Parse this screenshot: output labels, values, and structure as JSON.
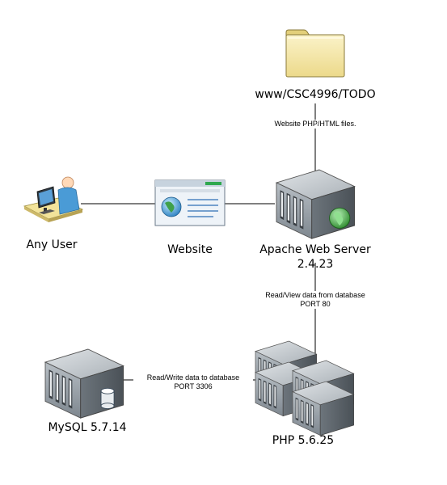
{
  "nodes": {
    "folder": {
      "label": "www/CSC4996/TODO"
    },
    "user": {
      "label": "Any User"
    },
    "website": {
      "label": "Website"
    },
    "apache": {
      "label_line1": "Apache Web Server",
      "label_line2": "2.4.23"
    },
    "mysql": {
      "label": "MySQL 5.7.14"
    },
    "php": {
      "label": "PHP 5.6.25"
    }
  },
  "edges": {
    "folder_apache": {
      "label": "Website PHP/HTML files."
    },
    "apache_php": {
      "label_line1": "Read/View data from database",
      "label_line2": "PORT 80"
    },
    "mysql_php": {
      "label_line1": "Read/Write data to database",
      "label_line2": "PORT 3306"
    }
  },
  "colors": {
    "line": "#000000",
    "folder_fill": "#f4e7a8",
    "server_front": "#9ea6ad",
    "server_side": "#5f676e",
    "globe": "#3c9a3c",
    "browser_bar": "#2f6fb5"
  }
}
